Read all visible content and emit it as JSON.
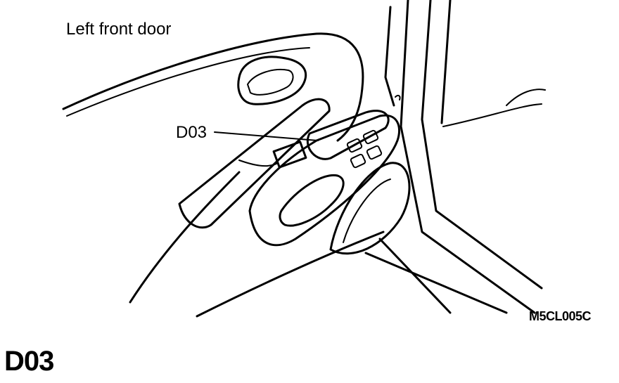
{
  "diagram": {
    "location_title": "Left front door",
    "callout_label": "D03",
    "figure_code": "M5CL005C"
  },
  "heading": {
    "connector_code": "D03"
  }
}
